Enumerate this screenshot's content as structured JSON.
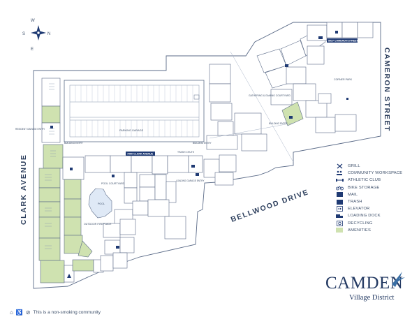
{
  "compass": {
    "n": "N",
    "s": "S",
    "e": "E",
    "w": "W"
  },
  "streets": {
    "clark": "CLARK AVENUE",
    "cameron": "CAMERON STREET",
    "bellwood": "BELLWOOD DRIVE"
  },
  "address_tags": {
    "clark": "7950 CLARK AVENUE",
    "cameron": "5937 CAMERON STREET"
  },
  "areas": {
    "parking_garage": "PARKING GARAGE",
    "pool_courtyard": "POOL COURTYARD",
    "pool": "POOL",
    "outdoor_fireplace": "OUTDOOR FIREPLACE",
    "gathering_courtyard": "GATHERING & GAMING COURTYARD",
    "corner_park": "CORNER PARK",
    "trash_chute": "TRASH CHUTE",
    "building_entry_1": "BUILDING ENTRY",
    "building_entry_2": "BUILDING ENTRY",
    "building_entry_3": "BUILDING ENTRY",
    "resident_garage_entry": "RESIDENT GARAGE ENTRY",
    "loading_garage_entry": "LOADING GARAGE ENTRY"
  },
  "legend": [
    {
      "icon": "grill-icon",
      "label": "GRILL"
    },
    {
      "icon": "community-workspace-icon",
      "label": "COMMUNITY WORKSPACE"
    },
    {
      "icon": "athletic-club-icon",
      "label": "ATHLETIC CLUB"
    },
    {
      "icon": "bike-storage-icon",
      "label": "BIKE STORAGE"
    },
    {
      "icon": "mail-icon",
      "label": "MAIL"
    },
    {
      "icon": "trash-icon",
      "label": "TRASH"
    },
    {
      "icon": "elevator-icon",
      "label": "ELEVATOR"
    },
    {
      "icon": "loading-dock-icon",
      "label": "LOADING DOCK"
    },
    {
      "icon": "recycling-icon",
      "label": "RECYCLING"
    },
    {
      "icon": "amenities-icon",
      "label": "AMENITIES"
    }
  ],
  "brand": {
    "name": "CAMDEN",
    "sub": "Village District"
  },
  "footer": {
    "text": "This is a non-smoking community"
  },
  "colors": {
    "outline": "#5b6b88",
    "amenity": "#cfe2b0",
    "navy": "#1f3a73",
    "unit": "#ffffff",
    "street_fill": "#ffffff"
  }
}
